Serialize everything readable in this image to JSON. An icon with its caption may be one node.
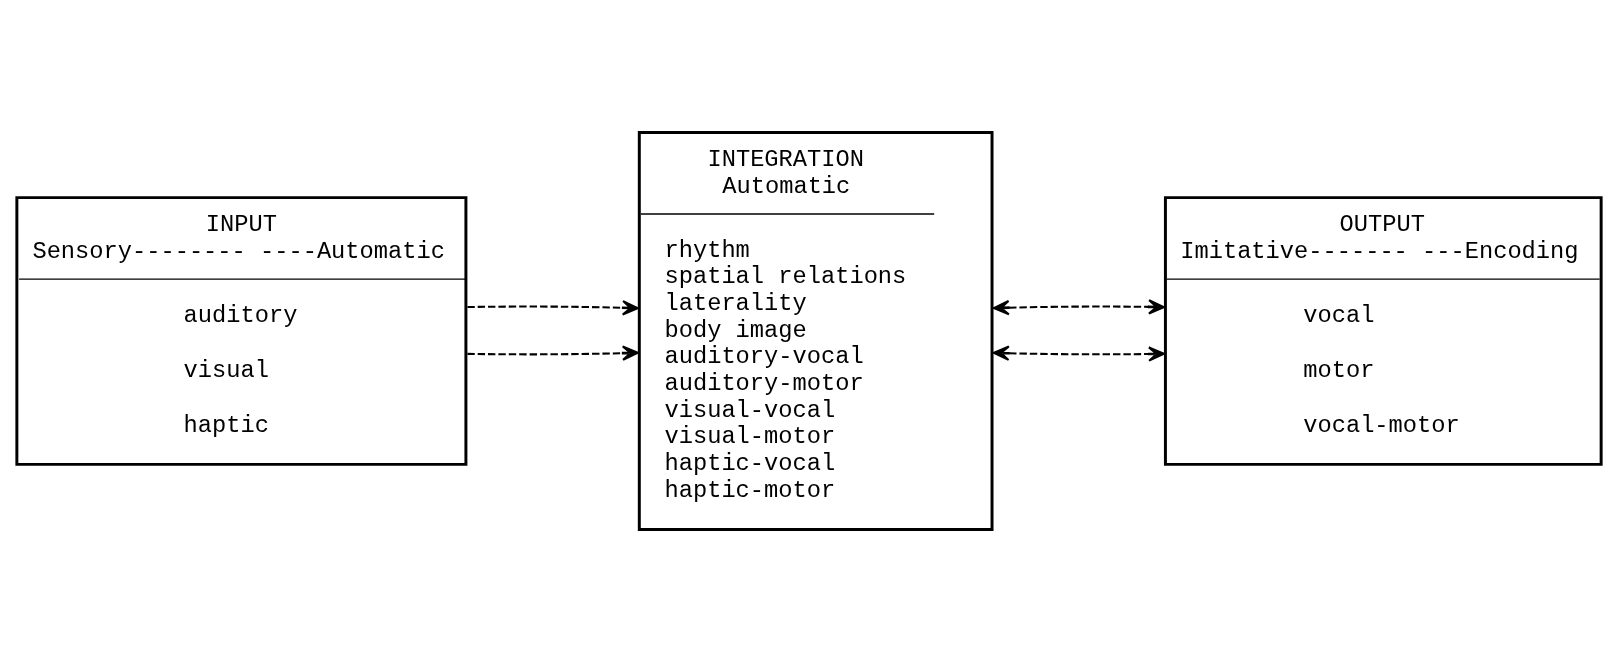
{
  "diagram": {
    "nodes": [
      {
        "text": [
          "INPUT",
          "Sensory-------- ----Automatic",
          "auditory",
          "visual",
          "haptic"
        ]
      },
      {
        "text": [
          "INTEGRATION",
          "Automatic",
          "rhythm",
          "spatial relations",
          "laterality",
          "body image",
          "auditory-vocal",
          "auditory-motor",
          "visual-vocal",
          "visual-motor",
          "haptic-vocal",
          "haptic-motor"
        ]
      },
      {
        "text": [
          "OUTPUT",
          "Imitative------- ---Encoding",
          "vocal",
          "motor",
          "vocal-motor"
        ]
      }
    ],
    "edges": [
      {
        "from": 0,
        "to": 1,
        "arrow": "to",
        "style": "dashed"
      },
      {
        "from": 0,
        "to": 1,
        "arrow": "to",
        "style": "dashed"
      },
      {
        "from": 1,
        "to": 2,
        "arrow": "both",
        "style": "dashed"
      },
      {
        "from": 1,
        "to": 2,
        "arrow": "both",
        "style": "dashed"
      }
    ]
  }
}
